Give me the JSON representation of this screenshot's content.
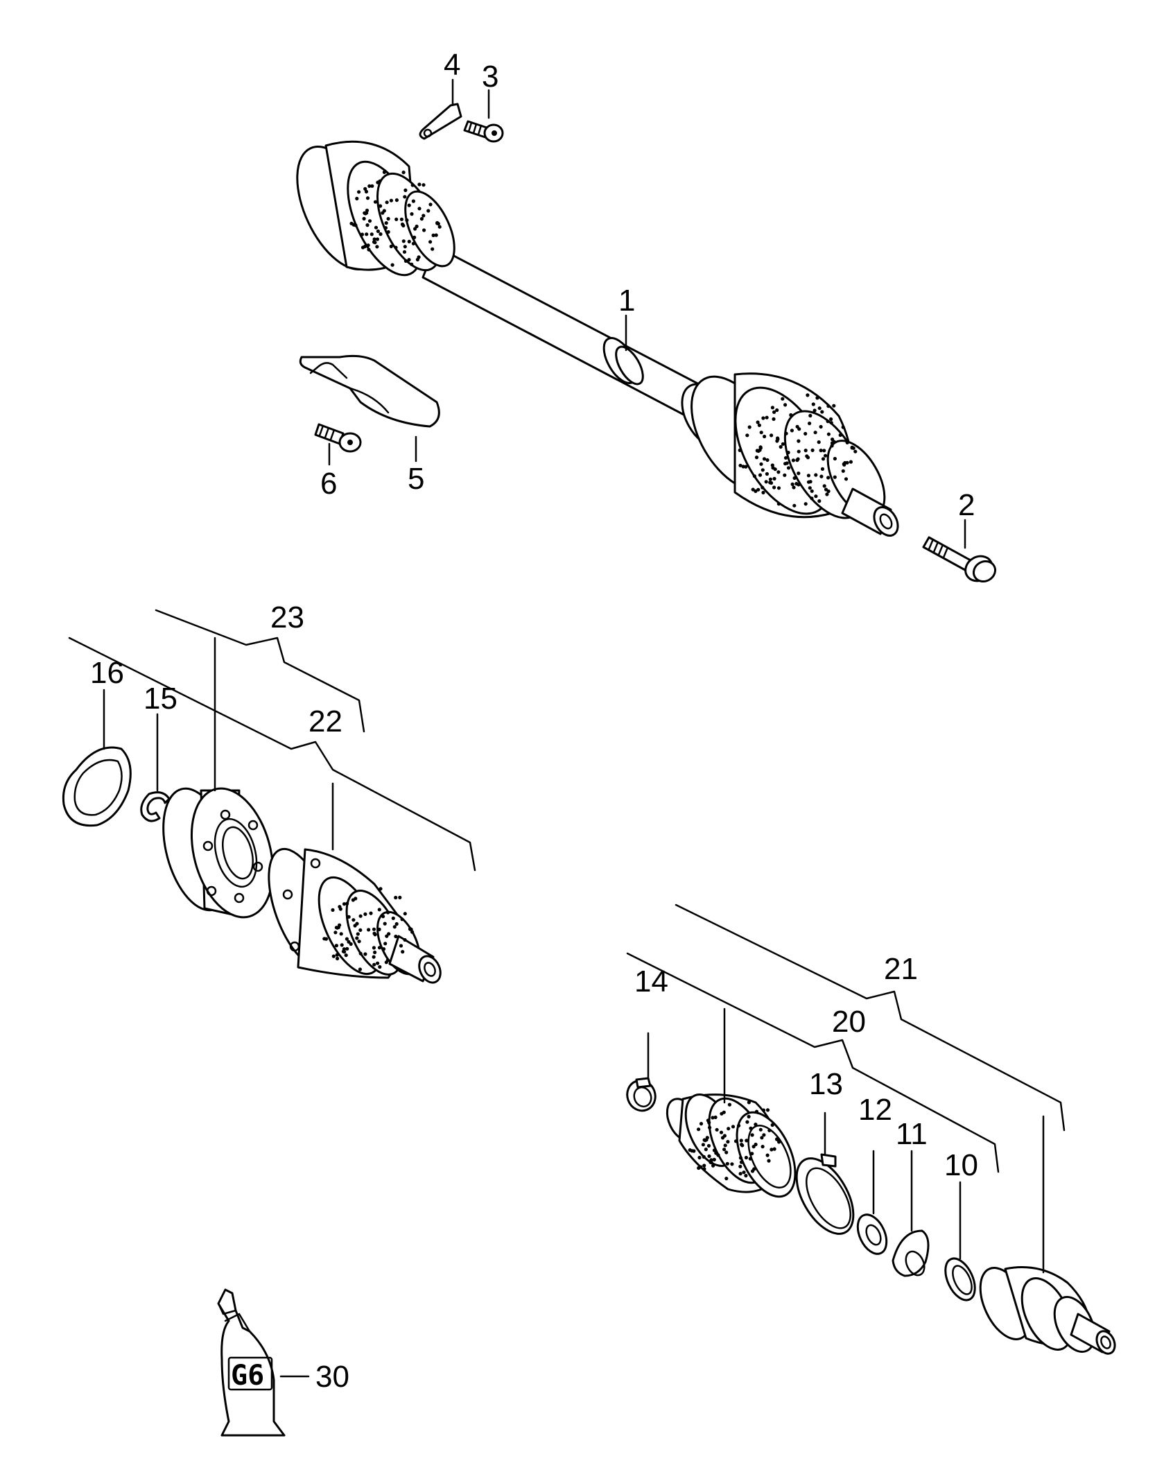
{
  "callouts": {
    "c1": "1",
    "c2": "2",
    "c3": "3",
    "c4": "4",
    "c5": "5",
    "c6": "6",
    "c10": "10",
    "c11": "11",
    "c12": "12",
    "c13": "13",
    "c14": "14",
    "c15": "15",
    "c16": "16",
    "c20": "20",
    "c21": "21",
    "c22": "22",
    "c23": "23",
    "c30": "30"
  },
  "grease_tube_label": "G6",
  "colors": {
    "line": "#000000",
    "background": "#ffffff"
  }
}
